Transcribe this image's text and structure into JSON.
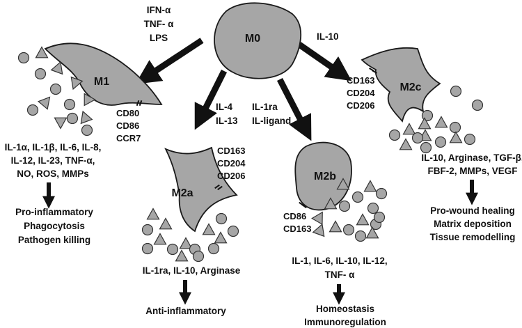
{
  "cells": {
    "m0": "M0",
    "m1": "M1",
    "m2a": "M2a",
    "m2b": "M2b",
    "m2c": "M2c"
  },
  "stimuli": {
    "m1": [
      "IFN-α",
      "TNF- α",
      "LPS"
    ],
    "m2a": [
      "IL-4",
      "IL-13"
    ],
    "m2b": [
      "IL-1ra",
      "IL-ligand"
    ],
    "m2c": [
      "IL-10"
    ]
  },
  "markers": {
    "m1": [
      "CD80",
      "CD86",
      "CCR7"
    ],
    "m2a": [
      "CD163",
      "CD204",
      "CD206"
    ],
    "m2b": [
      "CD86",
      "CD163"
    ],
    "m2c": [
      "CD163",
      "CD204",
      "CD206"
    ]
  },
  "secretions": {
    "m1": [
      "IL-1α, IL-1β, IL-6, IL-8,",
      "IL-12, IL-23, TNF-α,",
      "NO, ROS, MMPs"
    ],
    "m2a": [
      "IL-1ra, IL-10, Arginase"
    ],
    "m2b": [
      "IL-1, IL-6, IL-10, IL-12,",
      "TNF- α"
    ],
    "m2c": [
      "IL-10, Arginase, TGF-β,",
      "FBF-2, MMPs, VEGF"
    ]
  },
  "functions": {
    "m1": [
      "Pro-inflammatory",
      "Phagocytosis",
      "Pathogen killing"
    ],
    "m2a": [
      "Anti-inflammatory"
    ],
    "m2b": [
      "Homeostasis",
      "Immunoregulation"
    ],
    "m2c": [
      "Pro-wound healing",
      "Matrix deposition",
      "Tissue remodelling"
    ]
  },
  "colors": {
    "cell_fill": "#a6a6a6",
    "particle_fill": "#a6a6a6",
    "outline": "#1a1a1a",
    "arrow": "#111111"
  }
}
